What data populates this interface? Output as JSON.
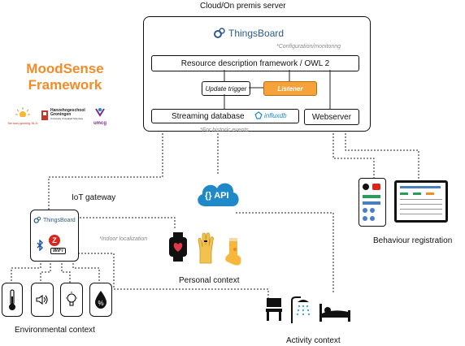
{
  "server": {
    "title": "Cloud/On premis server",
    "thingsboard": "ThingsBoard",
    "config_note": "*Configuration/monitoring",
    "rdf": "Resource description framework / OWL 2",
    "update_trigger": "Update trigger",
    "listener": "Listener",
    "streaming_db": "Streaming database",
    "influx": "influxdb",
    "webserver": "Webserver",
    "historic_note": "*For historic events"
  },
  "framework": {
    "title_line1": "MoodSense",
    "title_line2": "Framework",
    "logos": {
      "serious_gaming": [
        "Serious",
        "gaming",
        "NLD"
      ],
      "hanze": [
        "Hanzehogeschool",
        "Groningen",
        "University of Applied Sciences"
      ],
      "umcg": "umcg"
    }
  },
  "gateway": {
    "label": "IoT gateway",
    "thingsboard": "ThingsBoard",
    "wifi": "WiFi",
    "indoor_note": "*Indoor localization"
  },
  "api": {
    "label": "API",
    "glyph": "{}"
  },
  "personal": {
    "label": "Personal context"
  },
  "behaviour": {
    "label": "Behaviour registration"
  },
  "environmental": {
    "label": "Environmental context"
  },
  "activity": {
    "label": "Activity context"
  },
  "colors": {
    "accent_orange": "#f28c28",
    "listener_fill": "#f5a23a",
    "api_blue": "#1e88c8",
    "thingsboard_blue": "#2d5a8e"
  }
}
